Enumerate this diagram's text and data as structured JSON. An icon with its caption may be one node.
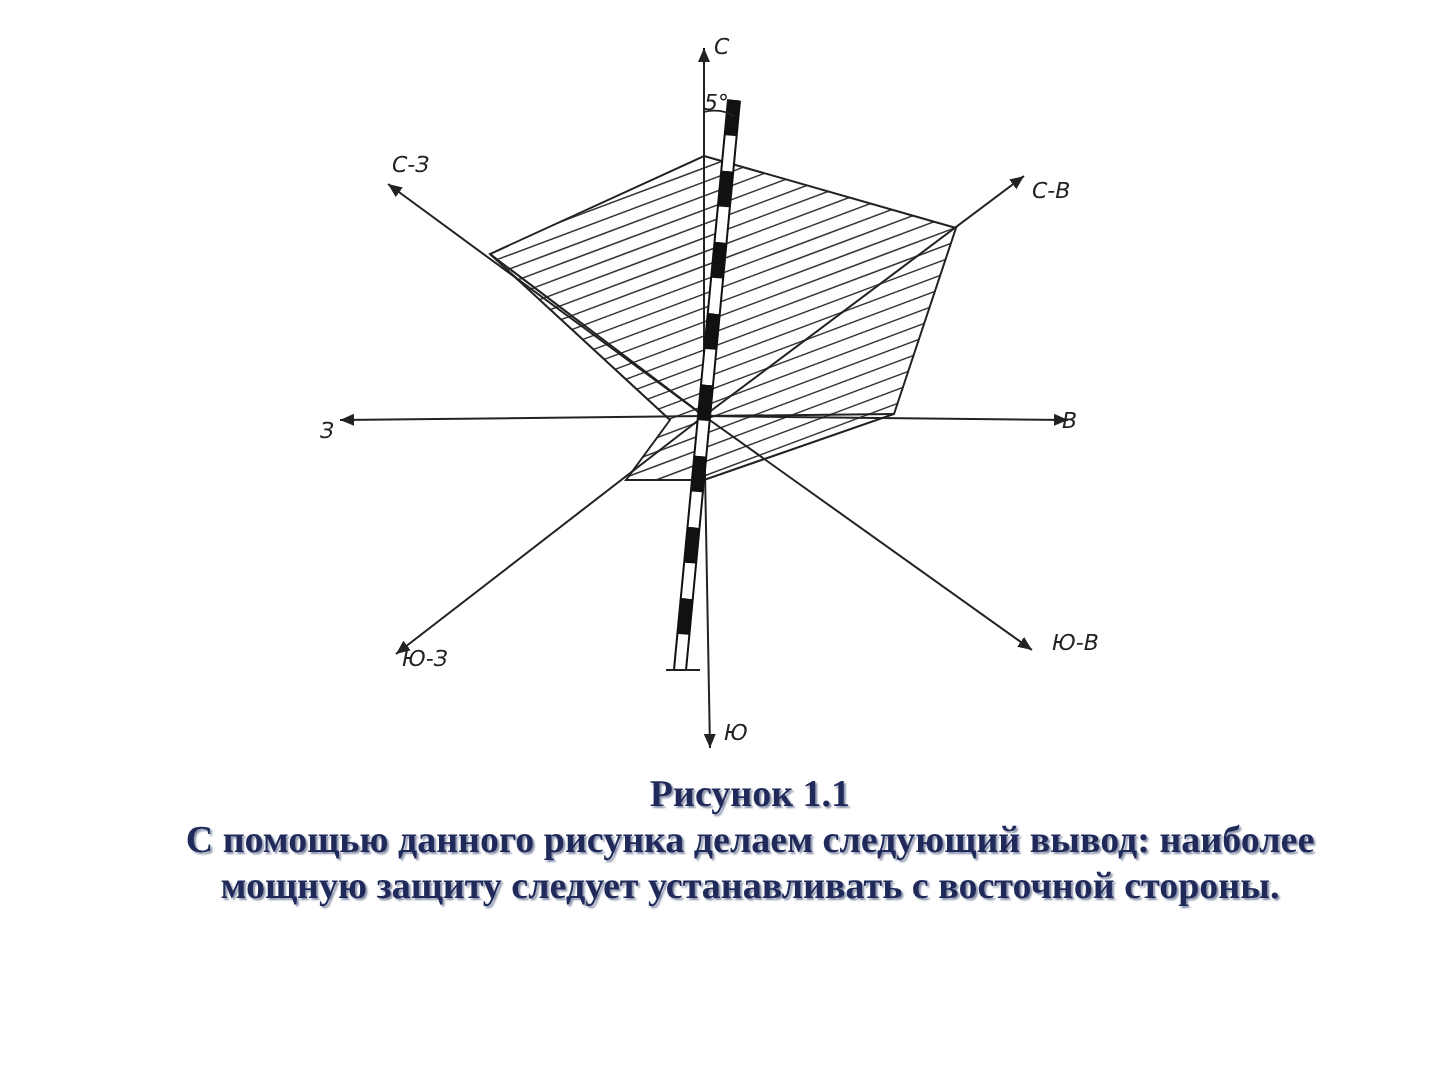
{
  "diagram": {
    "caption": "С помощью данного рисунка делаем следующий вывод: наиболее мощную защиту следует устанавливать с восточной стороны.",
    "labels": [
      "С",
      "5°",
      "С-З",
      "С-В",
      "З",
      "В",
      "Ю-З",
      "Ю-В",
      "Ю",
      "Рисунок 1.1"
    ]
  }
}
